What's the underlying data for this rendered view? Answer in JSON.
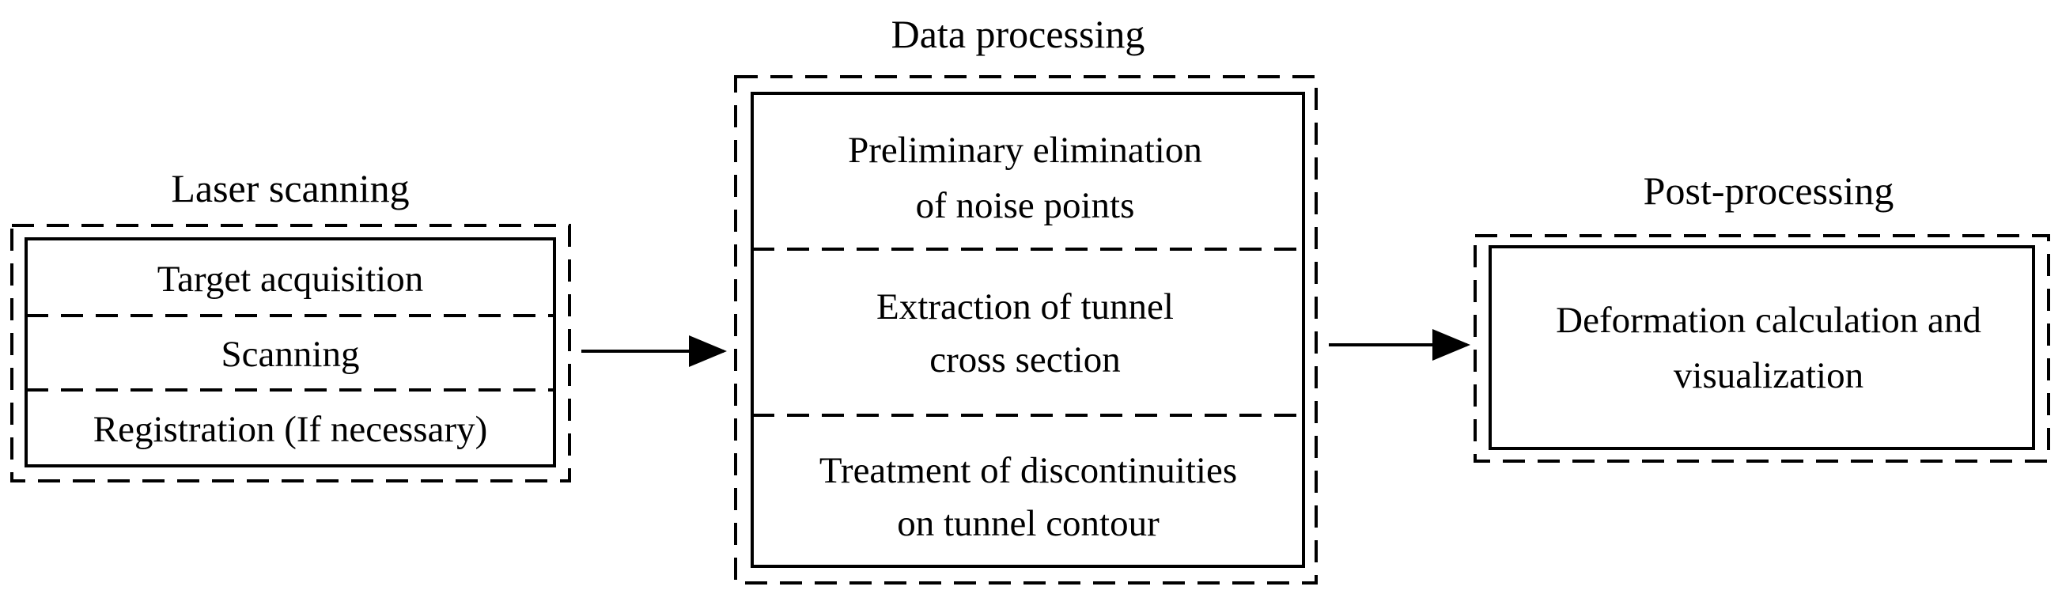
{
  "colors": {
    "line": "#000000",
    "background": "#ffffff"
  },
  "stages": [
    {
      "title": "Laser scanning",
      "steps": [
        {
          "lines": [
            "Target acquisition"
          ]
        },
        {
          "lines": [
            "Scanning"
          ]
        },
        {
          "lines": [
            "Registration (If necessary)"
          ]
        }
      ]
    },
    {
      "title": "Data processing",
      "steps": [
        {
          "lines": [
            "Preliminary elimination",
            "of noise points"
          ]
        },
        {
          "lines": [
            "Extraction of tunnel",
            "cross section"
          ]
        },
        {
          "lines": [
            "Treatment of  discontinuities",
            "on tunnel contour"
          ]
        }
      ]
    },
    {
      "title": "Post-processing",
      "steps": [
        {
          "lines": [
            "Deformation calculation and",
            "visualization"
          ]
        }
      ]
    }
  ]
}
